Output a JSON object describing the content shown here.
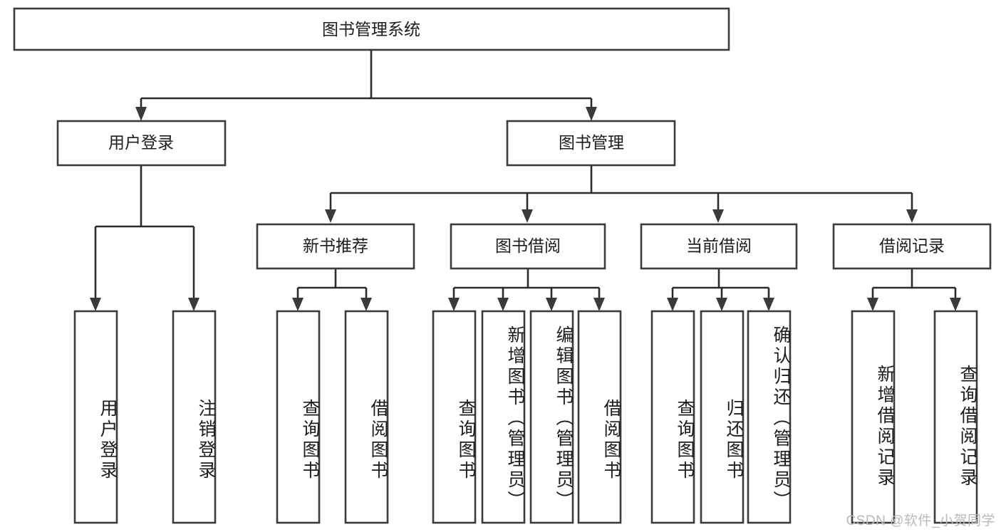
{
  "diagram": {
    "title_node": {
      "label": "图书管理系统"
    },
    "level2": [
      {
        "id": "user-login",
        "label": "用户登录"
      },
      {
        "id": "book-management",
        "label": "图书管理"
      }
    ],
    "level3": [
      {
        "id": "new-book-recommend",
        "label": "新书推荐"
      },
      {
        "id": "book-borrow",
        "label": "图书借阅"
      },
      {
        "id": "current-borrow",
        "label": "当前借阅"
      },
      {
        "id": "borrow-record",
        "label": "借阅记录"
      }
    ],
    "leaves": [
      {
        "id": "leaf-user-login",
        "label": "用户登录",
        "parent": "user-login"
      },
      {
        "id": "leaf-logout-login",
        "label": "注销登录",
        "parent": "user-login"
      },
      {
        "id": "leaf-query-book-1",
        "label": "查询图书",
        "parent": "new-book-recommend"
      },
      {
        "id": "leaf-borrow-book-1",
        "label": "借阅图书",
        "parent": "new-book-recommend"
      },
      {
        "id": "leaf-query-book-2",
        "label": "查询图书",
        "parent": "book-borrow"
      },
      {
        "id": "leaf-add-book",
        "label": "新增图书（管理员）",
        "parent": "book-borrow"
      },
      {
        "id": "leaf-edit-book",
        "label": "编辑图书（管理员）",
        "parent": "book-borrow"
      },
      {
        "id": "leaf-borrow-book-2",
        "label": "借阅图书",
        "parent": "book-borrow"
      },
      {
        "id": "leaf-query-book-3",
        "label": "查询图书",
        "parent": "current-borrow"
      },
      {
        "id": "leaf-return-book",
        "label": "归还图书",
        "parent": "current-borrow"
      },
      {
        "id": "leaf-confirm-return",
        "label": "确认归还（管理员）",
        "parent": "current-borrow"
      },
      {
        "id": "leaf-add-record",
        "label": "新增借阅记录",
        "parent": "borrow-record"
      },
      {
        "id": "leaf-query-record",
        "label": "查询借阅记录",
        "parent": "borrow-record"
      }
    ],
    "colors": {
      "box_stroke": "#3b3b3b",
      "connector": "#2b2b2b",
      "text": "#1c1c1c",
      "background": "#ffffff",
      "watermark": "#b9b9b9"
    }
  },
  "watermark": {
    "text": "CSDN @软件_小贺同学"
  }
}
